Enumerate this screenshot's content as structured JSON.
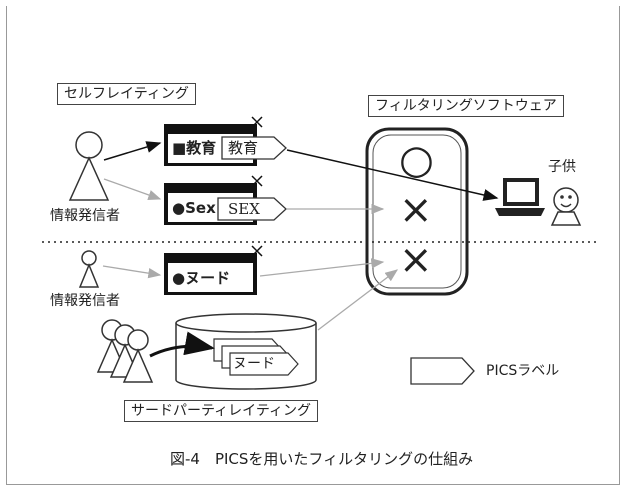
{
  "labels": {
    "self_rating": "セルフレイティング",
    "filter_software": "フィルタリングソフトウェア",
    "publisher_1": "情報発信者",
    "publisher_2": "情報発信者",
    "child": "子供",
    "third_party": "サードパーティレイティング",
    "legend": "PICSラベル",
    "caption": "図-4　PICSを用いたフィルタリングの仕組み"
  },
  "documents": {
    "doc1": "■教育",
    "doc2": "●Sex",
    "doc3": "●ヌード"
  },
  "tags": {
    "tag1": "教育",
    "tag2": "SEX",
    "tag3": "ヌード"
  },
  "filter_results": {
    "r1": "○",
    "r2": "×",
    "r3": "×"
  },
  "colors": {
    "line_dark": "#111111",
    "line_gray": "#aaaaaa"
  }
}
